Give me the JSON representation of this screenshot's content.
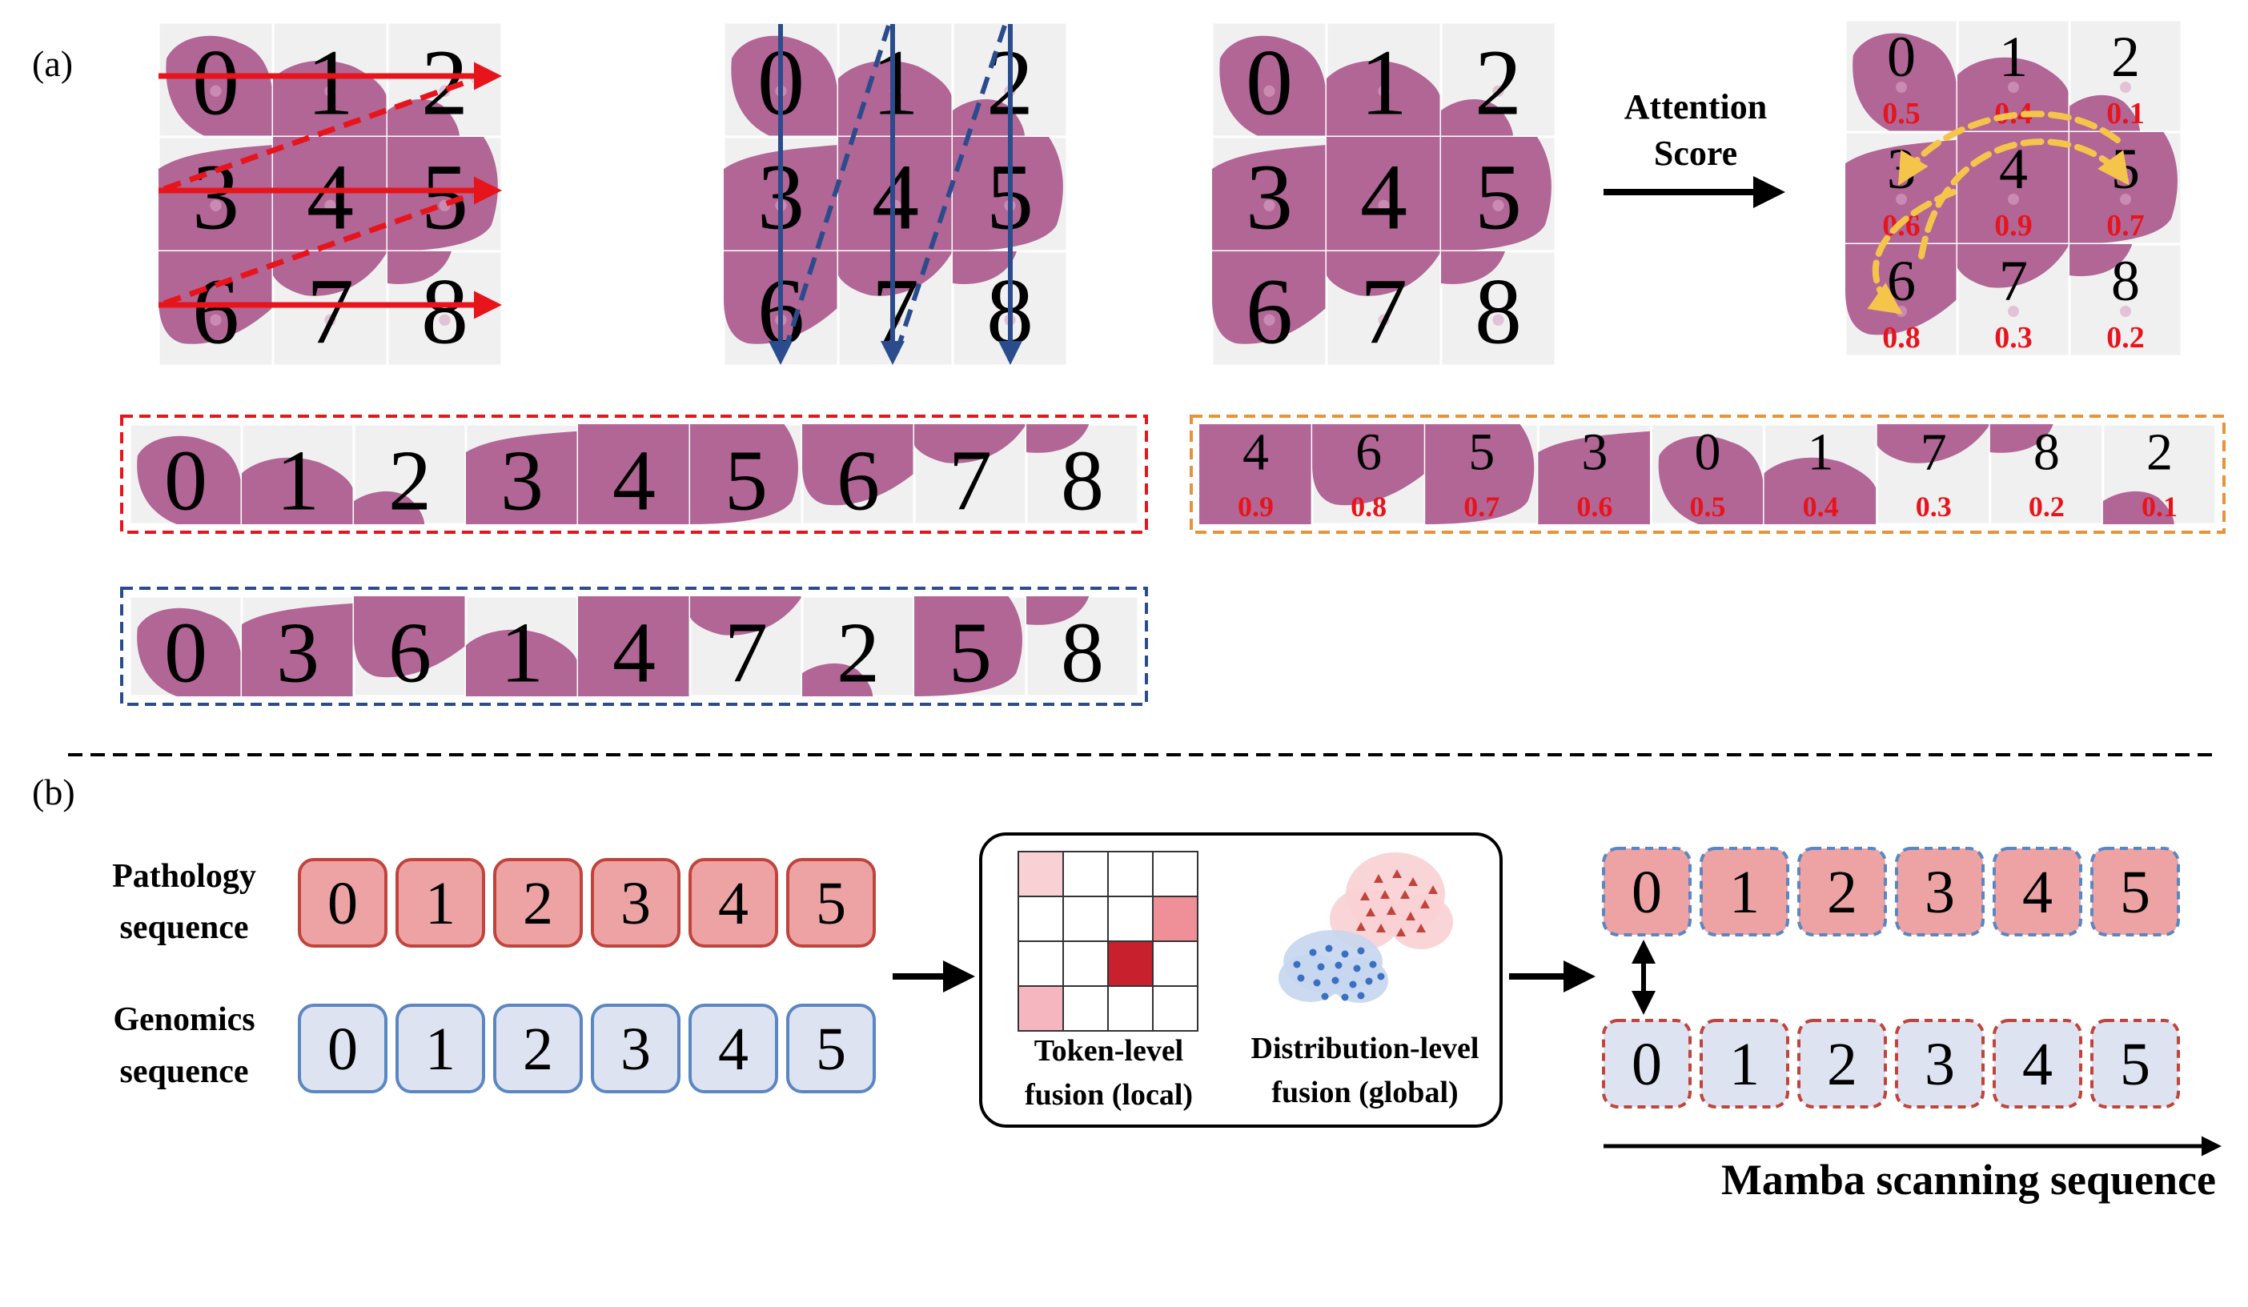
{
  "panel_a": {
    "label": "(a)",
    "grid_digits": [
      "0",
      "1",
      "2",
      "3",
      "4",
      "5",
      "6",
      "7",
      "8"
    ],
    "attention": {
      "label_line1": "Attention",
      "label_line2": "Score",
      "scores": [
        "0.5",
        "0.4",
        "0.1",
        "0.6",
        "0.9",
        "0.7",
        "0.8",
        "0.3",
        "0.2"
      ]
    },
    "raster_sequence": [
      "0",
      "1",
      "2",
      "3",
      "4",
      "5",
      "6",
      "7",
      "8"
    ],
    "column_sequence": [
      "0",
      "3",
      "6",
      "1",
      "4",
      "7",
      "2",
      "5",
      "8"
    ],
    "sorted_sequence": {
      "tokens": [
        "4",
        "6",
        "5",
        "3",
        "0",
        "1",
        "7",
        "8",
        "2"
      ],
      "scores": [
        "0.9",
        "0.8",
        "0.7",
        "0.6",
        "0.5",
        "0.4",
        "0.3",
        "0.2",
        "0.1"
      ]
    }
  },
  "panel_b": {
    "label": "(b)",
    "pathology_label_line1": "Pathology",
    "pathology_label_line2": "sequence",
    "genomics_label_line1": "Genomics",
    "genomics_label_line2": "sequence",
    "tokens": [
      "0",
      "1",
      "2",
      "3",
      "4",
      "5"
    ],
    "token_fusion_line1": "Token-level",
    "token_fusion_line2": "fusion (local)",
    "dist_fusion_line1": "Distribution-level",
    "dist_fusion_line2": "fusion (global)",
    "mamba_label": "Mamba scanning sequence"
  },
  "colors": {
    "raster_red": "#e8141c",
    "column_blue": "#2b4c8c",
    "attention_orange": "#e8923a",
    "attention_arrow": "#f5c44a",
    "score_red": "#e8141c",
    "path_fill": "#eda3a3",
    "path_stroke": "#c0443c",
    "gen_fill": "#dde3f0",
    "gen_stroke": "#5a86c2",
    "tissue": "#a64d86",
    "tile_bg": "#f1f0f1"
  }
}
